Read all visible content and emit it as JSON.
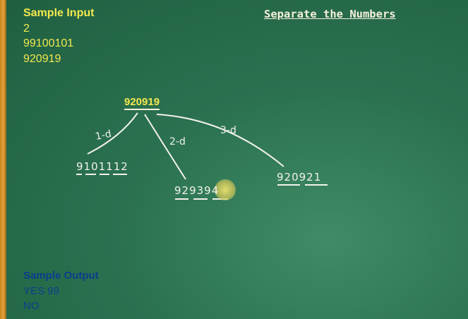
{
  "input": {
    "title": "Sample Input",
    "lines": [
      "2",
      "99100101",
      "920919"
    ]
  },
  "header": {
    "title": "Separate the Numbers"
  },
  "tree": {
    "root": "920919",
    "edges": [
      "1-d",
      "2-d",
      "3-d"
    ],
    "sequences": [
      "9101112",
      "929394",
      "920921"
    ]
  },
  "output": {
    "title": "Sample Output",
    "lines": [
      "YES 99",
      "NO"
    ]
  },
  "colors": {
    "board": "#2b7150",
    "input_text": "#f3e84f",
    "output_text": "#0a3e8c",
    "chalk": "#f2f2ea",
    "frame": "#e3a23a"
  }
}
